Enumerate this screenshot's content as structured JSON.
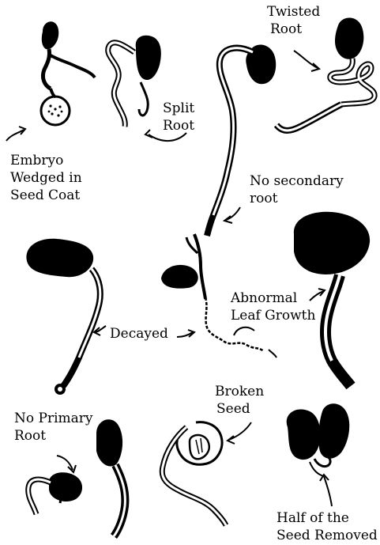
{
  "labels": {
    "twisted_root": [
      "Twisted",
      "Root"
    ],
    "split_root": [
      "Split",
      "Root"
    ],
    "embryo_wedged": [
      "Embryo",
      "Wedged in",
      "Seed Coat"
    ],
    "no_secondary_root": [
      "No secondary",
      "root"
    ],
    "abnormal_leaf_growth": [
      "Abnormal",
      "Leaf Growth"
    ],
    "decayed": "Decayed",
    "broken_seed": [
      "Broken",
      "Seed"
    ],
    "no_primary_root": [
      "No Primary",
      "Root"
    ],
    "half_seed_removed": [
      "Half of the",
      "Seed Removed"
    ]
  },
  "colors": {
    "ink": "#000000",
    "paper": "#ffffff"
  }
}
